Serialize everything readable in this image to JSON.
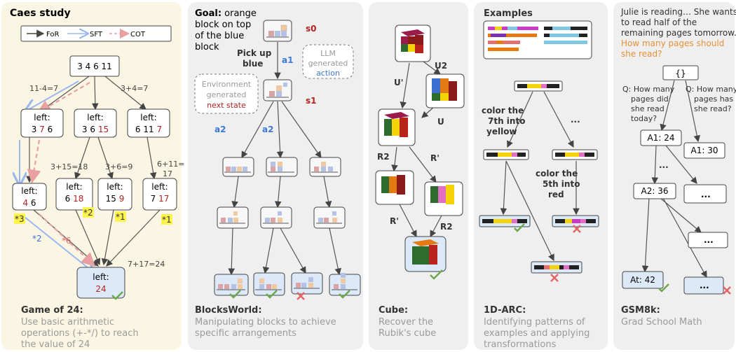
{
  "game24": {
    "title": "Caes study",
    "legend": {
      "for": "FoR",
      "sft": "SFT",
      "cot": "COT"
    },
    "root": "3 4 6 11",
    "left_label": "left:",
    "nodes": {
      "n1a": "3 ",
      "n1b": "7",
      "n1c": " 6",
      "n2a": "3 6 ",
      "n2b": "15",
      "n3a": "6 11 ",
      "n3b": "7",
      "l1a": "4",
      "l1b": " 6",
      "l2a": "6 ",
      "l2b": "18",
      "l3a": "15 ",
      "l3b": "9",
      "l4a": "7 ",
      "l4b": "17",
      "final": "24"
    },
    "edges": {
      "e1": "11-4=7",
      "e2": "3+4=7",
      "e3": "3+15=18",
      "e4": "3+6=9",
      "e5a": "6+11=",
      "e5b": "17",
      "e6": "7+17=24"
    },
    "stars": {
      "s3": "*3",
      "s2a": "*2",
      "s1a": "*1",
      "s1b": "*1",
      "s6": "*6",
      "s2b": "*2"
    },
    "foot_title": "Game of 24:",
    "foot_desc": [
      "Use basic arithmetic",
      "operations (+-*/) to reach",
      "the value of 24"
    ]
  },
  "blocks": {
    "goal_label": "Goal:",
    "goal_text": [
      "orange",
      "block on top",
      "of the blue",
      "block"
    ],
    "s0": "s0",
    "s1": "s1",
    "a1": "a1",
    "pick_up": [
      "Pick up",
      "blue"
    ],
    "llm": [
      "LLM",
      "generated",
      "action"
    ],
    "env": [
      "Environment",
      "generated",
      "next state"
    ],
    "a2a": "a2",
    "a2b": "a2",
    "foot_title": "BlocksWorld:",
    "foot_desc": [
      "Manipulating blocks to achieve",
      "specific arrangements"
    ]
  },
  "cube": {
    "moves": {
      "u_prime": "U'",
      "u2": "U2",
      "u": "U",
      "r2a": "R2",
      "r_prime_a": "R'",
      "r_prime_b": "R'",
      "r2b": "R2"
    },
    "foot_title": "Cube:",
    "foot_desc": [
      "Recover the",
      "Rubik's cube"
    ]
  },
  "arc": {
    "title": "Examples",
    "color7": [
      "color the",
      "7th into",
      "yellow"
    ],
    "color5": [
      "color the",
      "5th into",
      "red"
    ],
    "ellipsis": "...",
    "foot_title": "1D-ARC:",
    "foot_desc": [
      "Identifying patterns of",
      "examples and applying",
      "transformations"
    ]
  },
  "gsm": {
    "problem": [
      "Julie is reading… She wants",
      "to read half of the",
      "remaining pages tomorrow."
    ],
    "question": [
      "How many pages should",
      "she read?"
    ],
    "root": "{}",
    "q1": [
      "Q: How many",
      "pages did",
      "she read",
      "today?"
    ],
    "q2": [
      "Q: How many",
      "pages has",
      "she read?"
    ],
    "a1": "A1: 24",
    "a1b": "A1: 30",
    "a2": "A2: 36",
    "at": "At: 42",
    "dots": "...",
    "foot_title": "GSM8k:",
    "foot_desc": [
      "Grad School Math"
    ]
  },
  "colors": {
    "highlight": "#fff34d",
    "red": "#b22222",
    "blue": "#3c78d8",
    "orange": "#e69138",
    "check": "#6aa84f",
    "cross": "#e06666",
    "sft": "#9ab8ef",
    "cot": "#e8a0a0"
  }
}
